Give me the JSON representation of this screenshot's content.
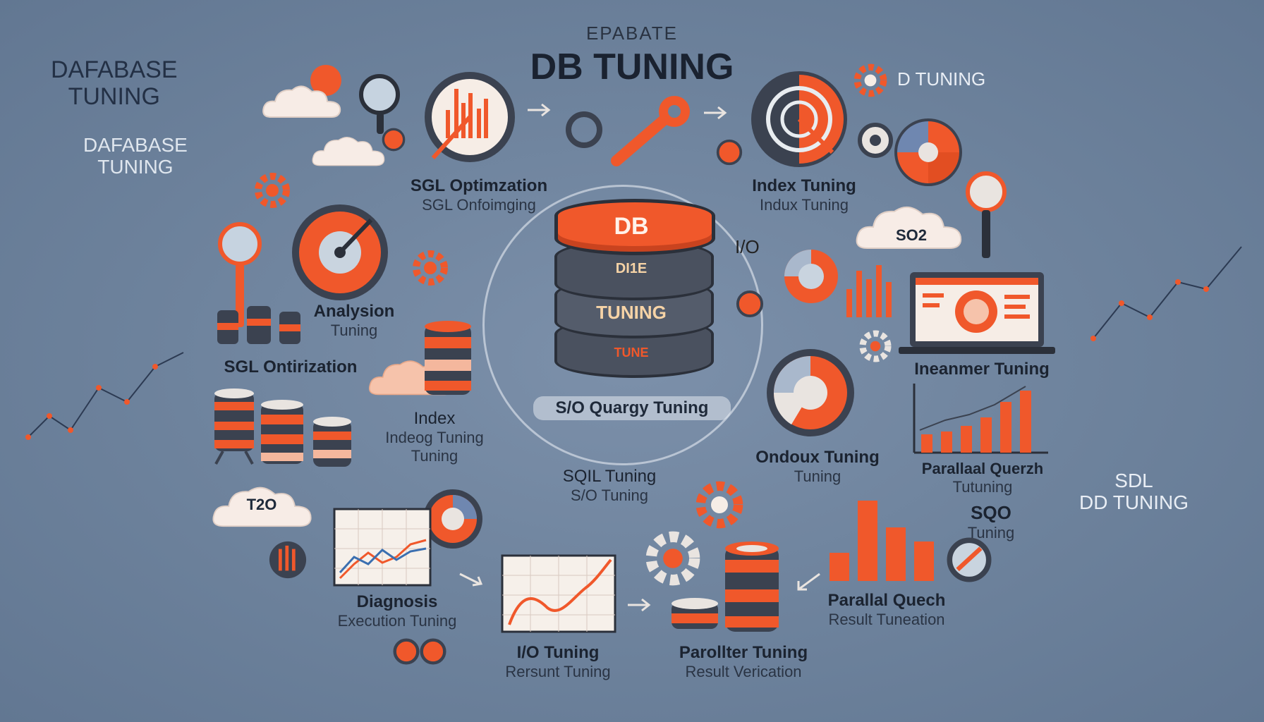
{
  "title": {
    "small": "EPABATE",
    "main": "DB TUNING"
  },
  "side_labels": {
    "top_left_1": [
      "DAFABASE",
      "TUNING"
    ],
    "top_left_2": [
      "DAFABASE",
      "TUNING"
    ],
    "top_right": "D TUNING",
    "right": [
      "SDL",
      "DD TUNING"
    ]
  },
  "center_db": {
    "top": "DB",
    "middle_1": "DI1E",
    "middle_2": "TUNING",
    "bottom": "TUNE",
    "caption": "S/O Quargy Tuning"
  },
  "io_label": "I/O",
  "labels": [
    {
      "id": "sql-optimization",
      "a": "SGL Optimzation",
      "b": "SGL Onfoimging"
    },
    {
      "id": "index-tuning",
      "a": "Index Tuning",
      "b": "Indux Tuning"
    },
    {
      "id": "analysis-tuning",
      "a": "Analysion",
      "b": "Tuning"
    },
    {
      "id": "sql-ontirization",
      "a": "SGL Ontirization",
      "b": ""
    },
    {
      "id": "index-indexing-tuning",
      "a": "Index",
      "b": "Indeog Tuning\nTuning"
    },
    {
      "id": "inearmer-tuning",
      "a": "Ineanmer Tuning",
      "b": ""
    },
    {
      "id": "ondoux-tuning",
      "a": "Ondoux Tuning",
      "b": "Tuning"
    },
    {
      "id": "parallel-query",
      "a": "Parallaal Querzh",
      "b": "Tutuning"
    },
    {
      "id": "sqo-tuning",
      "a": "SQO",
      "b": "Tuning"
    },
    {
      "id": "sqil-tuning",
      "a": "SQIL Tuning",
      "b": "S/O Tuning"
    },
    {
      "id": "diagnosis",
      "a": "Diagnosis",
      "b": "Execution Tuning"
    },
    {
      "id": "io-tuning",
      "a": "I/O Tuning",
      "b": "Rersunt Tuning"
    },
    {
      "id": "paroliter-tuning",
      "a": "Parollter Tuning",
      "b": "Result Verication"
    },
    {
      "id": "parallal-quech",
      "a": "Parallal Quech",
      "b": "Result Tuneation"
    }
  ],
  "cloud_labels": {
    "cloud_right": "SO2",
    "cloud_left": "T2O"
  },
  "colors": {
    "accent": "#f0582b",
    "dark": "#3b4250",
    "light": "#f3ede8",
    "bg": "#6d829c"
  }
}
